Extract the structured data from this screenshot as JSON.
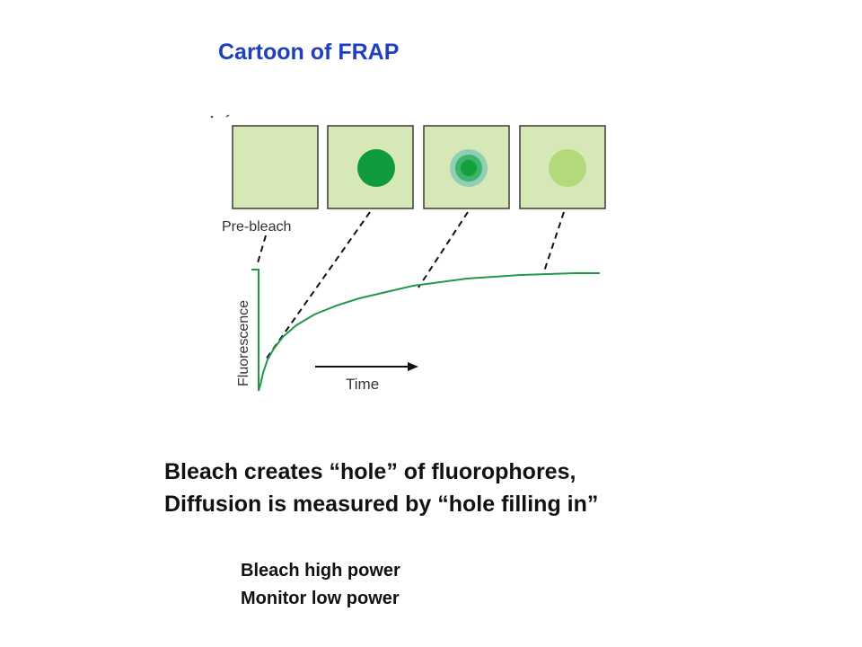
{
  "title": "Cartoon of FRAP",
  "diagram": {
    "panels": [
      {
        "spot": "none"
      },
      {
        "spot": "dark"
      },
      {
        "spot": "ring"
      },
      {
        "spot": "light"
      }
    ],
    "labels": {
      "prebleach": "Pre-bleach",
      "y_axis": "Fluorescence",
      "x_axis": "Time"
    },
    "colors": {
      "panel_fill": "#d6e8b5",
      "panel_border": "#3a3a3a",
      "dark_spot": "#119a3c",
      "ring_outer": "#8fcfb5",
      "ring_mid": "#3db46a",
      "ring_inner": "#11a03a",
      "light_spot": "#b3d97a",
      "curve": "#22994a"
    }
  },
  "caption": {
    "line1": "Bleach creates “hole” of fluorophores,",
    "line2": "Diffusion is measured by “hole filling in”"
  },
  "notes": {
    "line1": "Bleach high power",
    "line2": "Monitor low power"
  }
}
